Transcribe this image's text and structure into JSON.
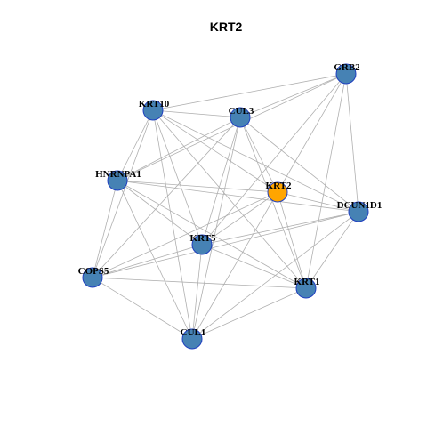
{
  "title": "KRT2",
  "colors": {
    "default_node": "#4682b4",
    "focus_node": "#ffa500",
    "node_border": "#1f3fbf",
    "edge": "#b0b0b0"
  },
  "nodes": [
    {
      "id": "GRB2",
      "label": "GRB2",
      "focus": false
    },
    {
      "id": "KRT10",
      "label": "KRT10",
      "focus": false
    },
    {
      "id": "CUL3",
      "label": "CUL3",
      "focus": false
    },
    {
      "id": "HNRNPA1",
      "label": "HNRNPA1",
      "focus": false
    },
    {
      "id": "KRT2",
      "label": "KRT2",
      "focus": true
    },
    {
      "id": "DCUN1D1",
      "label": "DCUN1D1",
      "focus": false
    },
    {
      "id": "KRT5",
      "label": "KRT5",
      "focus": false
    },
    {
      "id": "COPS5",
      "label": "COPS5",
      "focus": false
    },
    {
      "id": "KRT1",
      "label": "KRT1",
      "focus": false
    },
    {
      "id": "CUL1",
      "label": "CUL1",
      "focus": false
    }
  ],
  "edges": [
    [
      "KRT10",
      "GRB2"
    ],
    [
      "CUL3",
      "GRB2"
    ],
    [
      "HNRNPA1",
      "GRB2"
    ],
    [
      "KRT2",
      "GRB2"
    ],
    [
      "DCUN1D1",
      "GRB2"
    ],
    [
      "KRT5",
      "GRB2"
    ],
    [
      "KRT1",
      "GRB2"
    ],
    [
      "KRT10",
      "CUL3"
    ],
    [
      "KRT10",
      "HNRNPA1"
    ],
    [
      "KRT10",
      "KRT2"
    ],
    [
      "KRT10",
      "DCUN1D1"
    ],
    [
      "KRT10",
      "KRT5"
    ],
    [
      "KRT10",
      "COPS5"
    ],
    [
      "KRT10",
      "KRT1"
    ],
    [
      "KRT10",
      "CUL1"
    ],
    [
      "CUL3",
      "HNRNPA1"
    ],
    [
      "CUL3",
      "KRT2"
    ],
    [
      "CUL3",
      "DCUN1D1"
    ],
    [
      "CUL3",
      "KRT5"
    ],
    [
      "CUL3",
      "COPS5"
    ],
    [
      "CUL3",
      "KRT1"
    ],
    [
      "CUL3",
      "CUL1"
    ],
    [
      "HNRNPA1",
      "KRT2"
    ],
    [
      "HNRNPA1",
      "DCUN1D1"
    ],
    [
      "HNRNPA1",
      "KRT5"
    ],
    [
      "HNRNPA1",
      "COPS5"
    ],
    [
      "HNRNPA1",
      "KRT1"
    ],
    [
      "HNRNPA1",
      "CUL1"
    ],
    [
      "KRT2",
      "DCUN1D1"
    ],
    [
      "KRT2",
      "KRT5"
    ],
    [
      "KRT2",
      "COPS5"
    ],
    [
      "KRT2",
      "KRT1"
    ],
    [
      "KRT2",
      "CUL1"
    ],
    [
      "DCUN1D1",
      "KRT5"
    ],
    [
      "DCUN1D1",
      "COPS5"
    ],
    [
      "DCUN1D1",
      "KRT1"
    ],
    [
      "DCUN1D1",
      "CUL1"
    ],
    [
      "KRT5",
      "COPS5"
    ],
    [
      "KRT5",
      "KRT1"
    ],
    [
      "KRT5",
      "CUL1"
    ],
    [
      "COPS5",
      "KRT1"
    ],
    [
      "COPS5",
      "CUL1"
    ],
    [
      "KRT1",
      "CUL1"
    ]
  ]
}
